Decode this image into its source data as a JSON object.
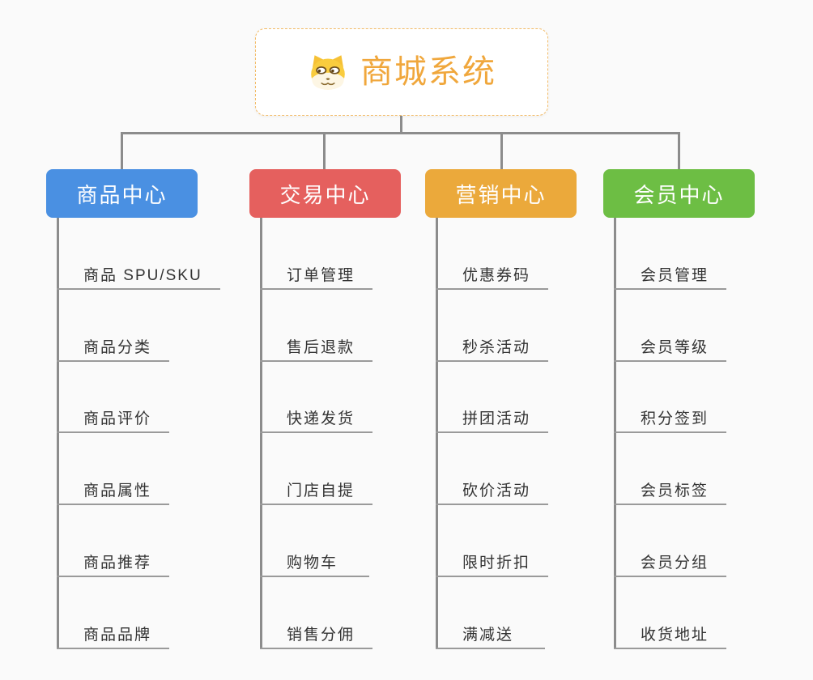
{
  "root": {
    "title": "商城系统",
    "icon": "shiba-dog-icon"
  },
  "colors": {
    "background": "#FAFAFA",
    "connector_line": "#8C8C8C",
    "leaf_underline": "#9A9A9A",
    "leaf_text": "#333333",
    "root_title": "#F0A73C",
    "root_border": "#F3BB66",
    "branch_goods": "#4A90E2",
    "branch_trade": "#E5605E",
    "branch_marketing": "#EBA93B",
    "branch_member": "#6DBE44"
  },
  "branches": [
    {
      "label": "商品中心",
      "color": "#4A90E2",
      "items": [
        "商品 SPU/SKU",
        "商品分类",
        "商品评价",
        "商品属性",
        "商品推荐",
        "商品品牌"
      ]
    },
    {
      "label": "交易中心",
      "color": "#E5605E",
      "items": [
        "订单管理",
        "售后退款",
        "快递发货",
        "门店自提",
        "购物车",
        "销售分佣"
      ]
    },
    {
      "label": "营销中心",
      "color": "#EBA93B",
      "items": [
        "优惠券码",
        "秒杀活动",
        "拼团活动",
        "砍价活动",
        "限时折扣",
        "满减送"
      ]
    },
    {
      "label": "会员中心",
      "color": "#6DBE44",
      "items": [
        "会员管理",
        "会员等级",
        "积分签到",
        "会员标签",
        "会员分组",
        "收货地址"
      ]
    }
  ]
}
